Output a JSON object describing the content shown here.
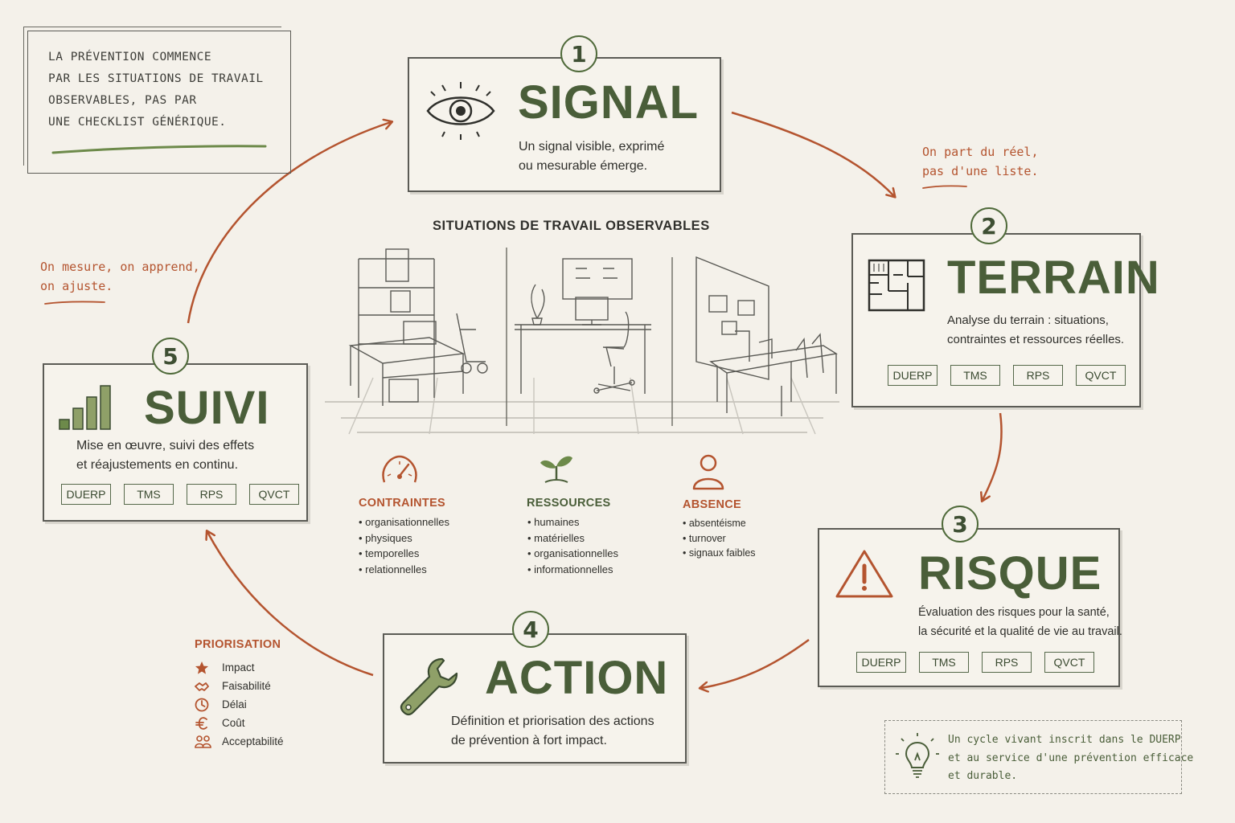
{
  "intro": {
    "lines": [
      "LA PRÉVENTION COMMENCE",
      "PAR LES SITUATIONS DE TRAVAIL",
      "OBSERVABLES, PAS PAR",
      "UNE CHECKLIST GÉNÉRIQUE."
    ]
  },
  "steps": [
    {
      "number": "1",
      "title": "SIGNAL",
      "icon": "eye-icon",
      "desc": [
        "Un signal visible, exprimé",
        "ou mesurable émerge."
      ],
      "tags": []
    },
    {
      "number": "2",
      "title": "TERRAIN",
      "icon": "floor-plan-icon",
      "desc": [
        "Analyse du terrain : situations,",
        "contraintes et ressources réelles."
      ],
      "tags": [
        "DUERP",
        "TMS",
        "RPS",
        "QVCT"
      ]
    },
    {
      "number": "3",
      "title": "RISQUE",
      "icon": "warning-icon",
      "desc": [
        "Évaluation des risques pour la santé,",
        "la sécurité et la qualité de vie au travail."
      ],
      "tags": [
        "DUERP",
        "TMS",
        "RPS",
        "QVCT"
      ]
    },
    {
      "number": "4",
      "title": "ACTION",
      "icon": "wrench-icon",
      "desc": [
        "Définition et priorisation des actions",
        "de prévention à fort impact."
      ],
      "tags": []
    },
    {
      "number": "5",
      "title": "SUIVI",
      "icon": "bar-chart-icon",
      "desc": [
        "Mise en œuvre, suivi des effets",
        "et réajustements en continu."
      ],
      "tags": [
        "DUERP",
        "TMS",
        "RPS",
        "QVCT"
      ]
    }
  ],
  "annotations": {
    "terrain": [
      "On part du réel,",
      "pas d'une liste."
    ],
    "suivi": [
      "On mesure, on apprend,",
      "on ajuste."
    ]
  },
  "center": {
    "title": "SITUATIONS DE TRAVAIL OBSERVABLES",
    "categories": [
      {
        "title": "CONTRAINTES",
        "icon": "gauge-icon",
        "color": "#b4542f",
        "items": [
          "organisationnelles",
          "physiques",
          "temporelles",
          "relationnelles"
        ]
      },
      {
        "title": "RESSOURCES",
        "icon": "sprout-icon",
        "color": "#4a5e39",
        "items": [
          "humaines",
          "matérielles",
          "organisationnelles",
          "informationnelles"
        ]
      },
      {
        "title": "ABSENCE",
        "icon": "person-icon",
        "color": "#b4542f",
        "items": [
          "absentéisme",
          "turnover",
          "signaux faibles"
        ]
      }
    ]
  },
  "priorisation": {
    "title": "PRIORISATION",
    "items": [
      {
        "icon": "star-icon",
        "label": "Impact"
      },
      {
        "icon": "handshake-icon",
        "label": "Faisabilité"
      },
      {
        "icon": "clock-icon",
        "label": "Délai"
      },
      {
        "icon": "euro-icon",
        "label": "Coût"
      },
      {
        "icon": "group-icon",
        "label": "Acceptabilité"
      }
    ]
  },
  "footer_note": [
    "Un cycle vivant inscrit dans le DUERP",
    "et au service d'une prévention efficace",
    "et durable."
  ],
  "colors": {
    "green": "#4a5e39",
    "rust": "#b4542f",
    "paper": "#f4f1ea"
  }
}
